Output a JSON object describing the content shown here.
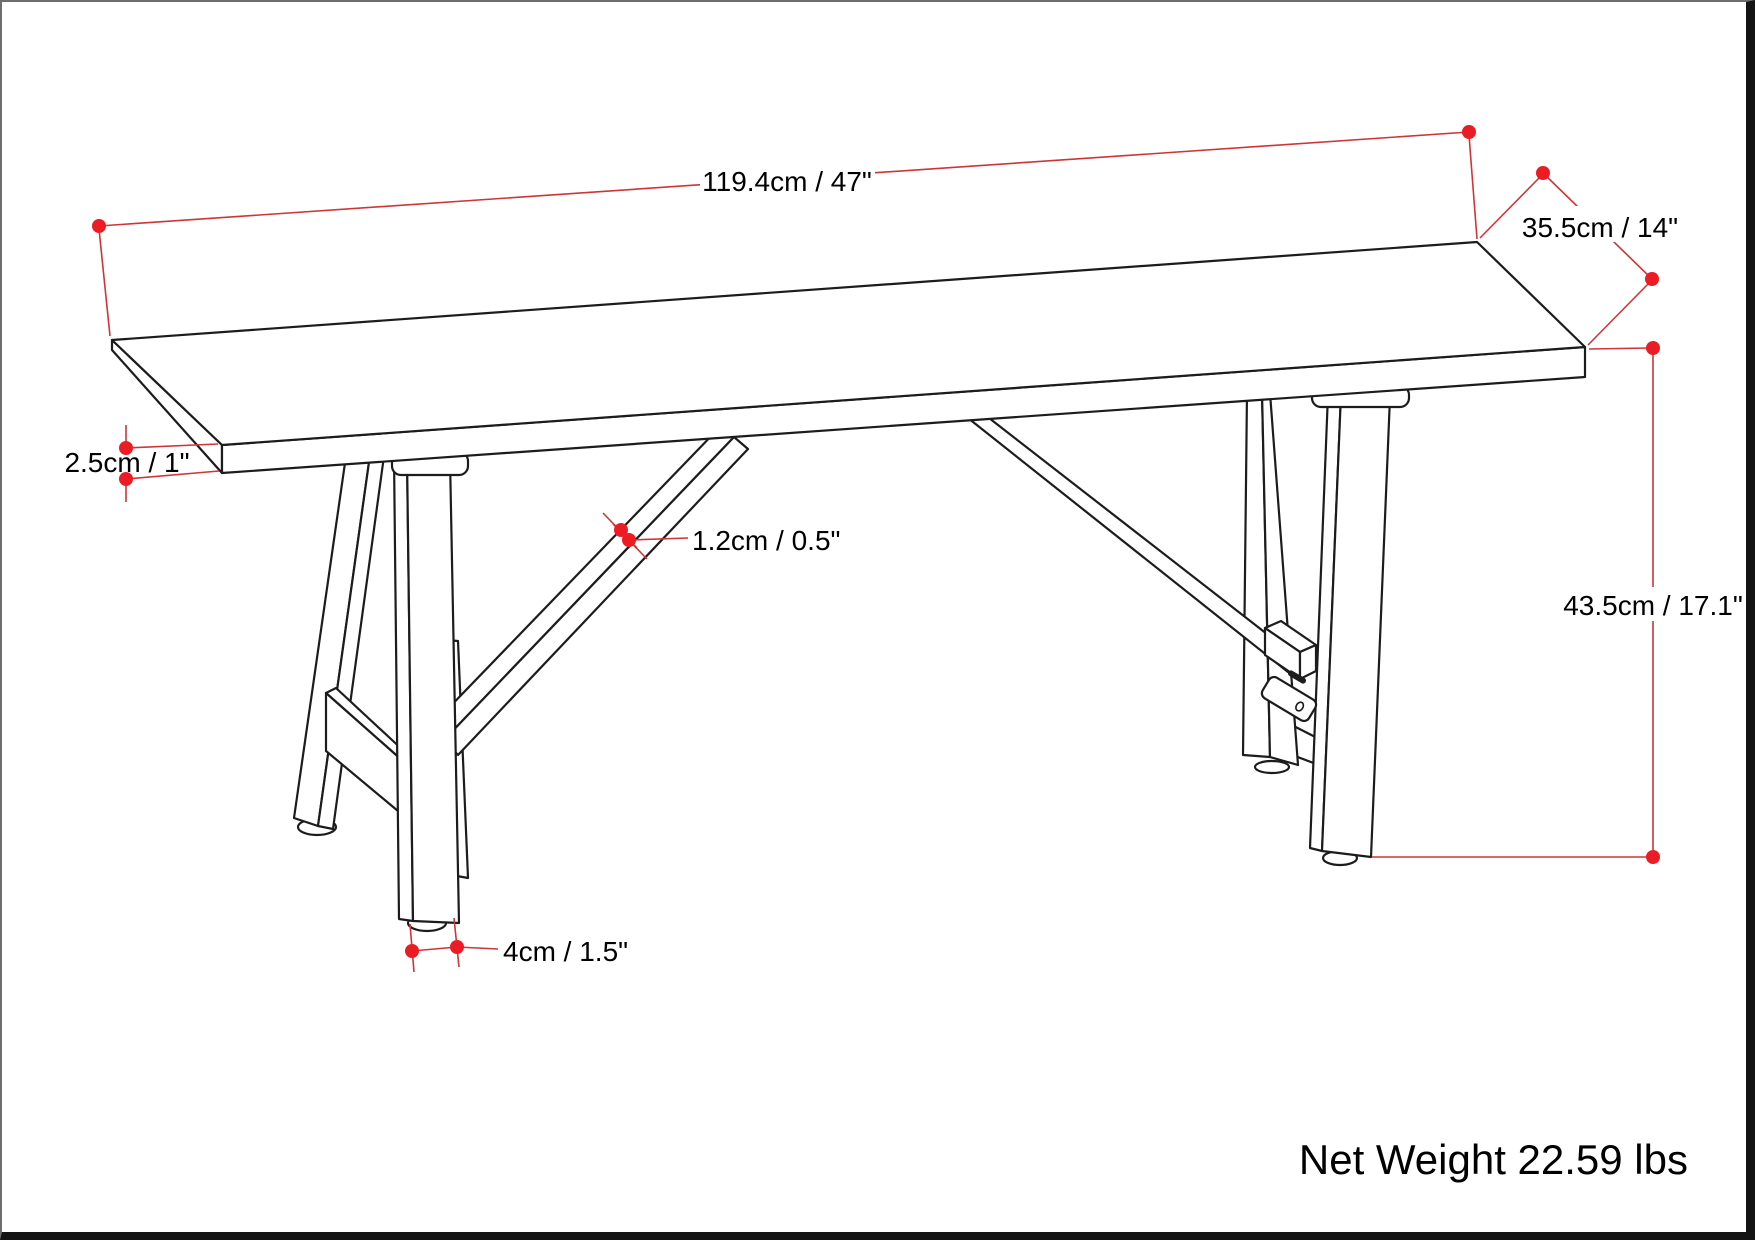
{
  "diagram": {
    "type": "product-dimension-drawing",
    "subject": "trestle-bench-line-drawing",
    "labels": {
      "length": "119.4cm / 47\"",
      "depth": "35.5cm / 14\"",
      "top_thickness": "2.5cm / 1\"",
      "stretcher_thickness": "1.2cm / 0.5\"",
      "height": "43.5cm / 17.1\"",
      "foot_width": "4cm / 1.5\""
    },
    "net_weight": "Net Weight 22.59 lbs",
    "colors": {
      "marker_dot": "#ec1c24",
      "dimension_line": "#cd3636",
      "drawing_line": "#1c1c1c",
      "background": "#ffffff"
    }
  }
}
